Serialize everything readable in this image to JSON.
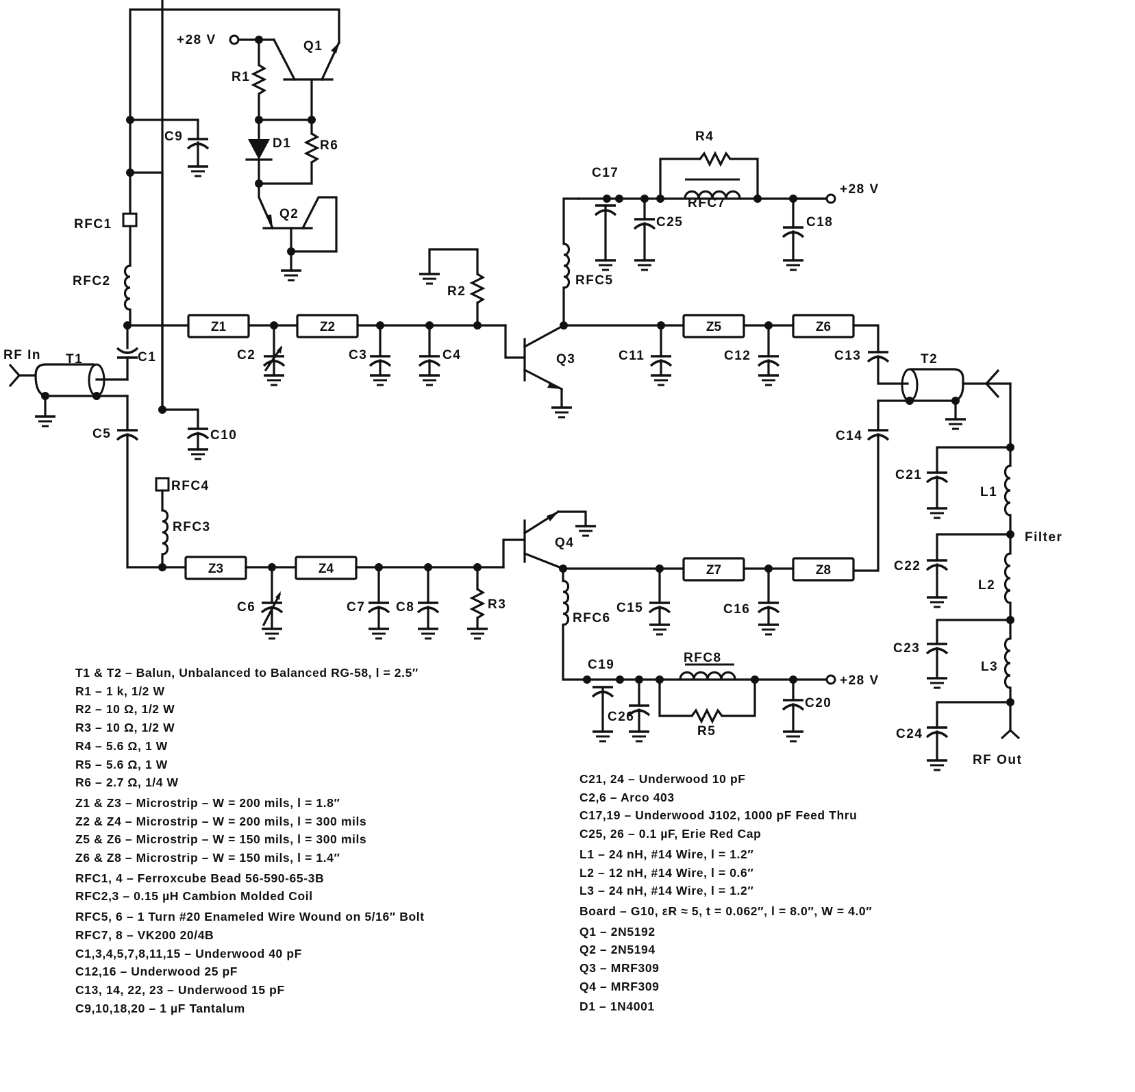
{
  "diagram": {
    "type": "rf-amplifier-schematic",
    "supply_labels": [
      "+28 V",
      "+28 V",
      "+28 V"
    ],
    "io_labels": {
      "input": "RF In",
      "output": "RF Out",
      "filter": "Filter"
    },
    "components": {
      "T1": "T1",
      "T2": "T2",
      "Q1": "Q1",
      "Q2": "Q2",
      "Q3": "Q3",
      "Q4": "Q4",
      "D1": "D1",
      "R1": "R1",
      "R2": "R2",
      "R3": "R3",
      "R4": "R4",
      "R5": "R5",
      "R6": "R6",
      "Z1": "Z1",
      "Z2": "Z2",
      "Z3": "Z3",
      "Z4": "Z4",
      "Z5": "Z5",
      "Z6": "Z6",
      "Z7": "Z7",
      "Z8": "Z8",
      "RFC1": "RFC1",
      "RFC2": "RFC2",
      "RFC3": "RFC3",
      "RFC4": "RFC4",
      "RFC5": "RFC5",
      "RFC6": "RFC6",
      "RFC7": "RFC7",
      "RFC8": "RFC8",
      "C1": "C1",
      "C2": "C2",
      "C3": "C3",
      "C4": "C4",
      "C5": "C5",
      "C6": "C6",
      "C7": "C7",
      "C8": "C8",
      "C9": "C9",
      "C10": "C10",
      "C11": "C11",
      "C12": "C12",
      "C13": "C13",
      "C14": "C14",
      "C15": "C15",
      "C16": "C16",
      "C17": "C17",
      "C18": "C18",
      "C19": "C19",
      "C20": "C20",
      "C21": "C21",
      "C22": "C22",
      "C23": "C23",
      "C24": "C24",
      "C25": "C25",
      "C26": "C26",
      "L1": "L1",
      "L2": "L2",
      "L3": "L3"
    }
  },
  "parts_list_left": [
    "T1 & T2 – Balun, Unbalanced to Balanced  RG-58, l = 2.5″",
    "R1 – 1 k, 1/2 W",
    "R2 – 10 Ω, 1/2 W",
    "R3 – 10 Ω, 1/2 W",
    "R4 – 5.6 Ω, 1 W",
    "R5 – 5.6 Ω, 1 W",
    "R6 – 2.7 Ω, 1/4 W",
    "Z1 & Z3 – Microstrip – W = 200 mils, l = 1.8″",
    "Z2 & Z4 – Microstrip – W = 200 mils, l = 300 mils",
    "Z5 & Z6 – Microstrip – W = 150 mils, l = 300 mils",
    "Z6 & Z8 – Microstrip – W = 150 mils, l = 1.4″",
    "RFC1, 4 – Ferroxcube Bead 56-590-65-3B",
    "RFC2,3 – 0.15 µH Cambion Molded Coil",
    "RFC5, 6 – 1 Turn #20 Enameled Wire Wound on 5/16″ Bolt",
    "RFC7, 8 – VK200 20/4B",
    "C1,3,4,5,7,8,11,15 – Underwood 40 pF",
    "C12,16 – Underwood 25 pF",
    "C13, 14, 22, 23 – Underwood 15 pF",
    "C9,10,18,20 – 1 µF Tantalum"
  ],
  "parts_list_right": [
    "C21, 24 – Underwood 10 pF",
    "C2,6 – Arco 403",
    "C17,19 – Underwood J102, 1000 pF Feed Thru",
    "C25, 26 – 0.1 µF, Erie Red Cap",
    "L1 – 24 nH,  #14 Wire, l = 1.2″",
    "L2 – 12 nH,  #14 Wire, l = 0.6″",
    "L3 – 24 nH,  #14 Wire, l = 1.2″",
    "Board – G10, εR ≈ 5, t = 0.062″, l = 8.0″, W = 4.0″",
    "Q1 – 2N5192",
    "Q2 – 2N5194",
    "Q3 – MRF309",
    "Q4 – MRF309",
    "D1 – 1N4001"
  ]
}
